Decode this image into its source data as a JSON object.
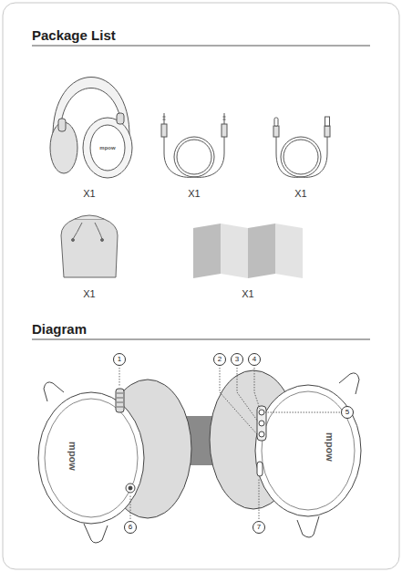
{
  "diagram": {
    "title": "Package List",
    "labels": [
      "mpow",
      "X1",
      "X1",
      "X1",
      "X1",
      "X1",
      "Diagram",
      "1",
      "2",
      "3",
      "4",
      "5",
      "6",
      "7",
      "mpow",
      "mpow"
    ]
  }
}
